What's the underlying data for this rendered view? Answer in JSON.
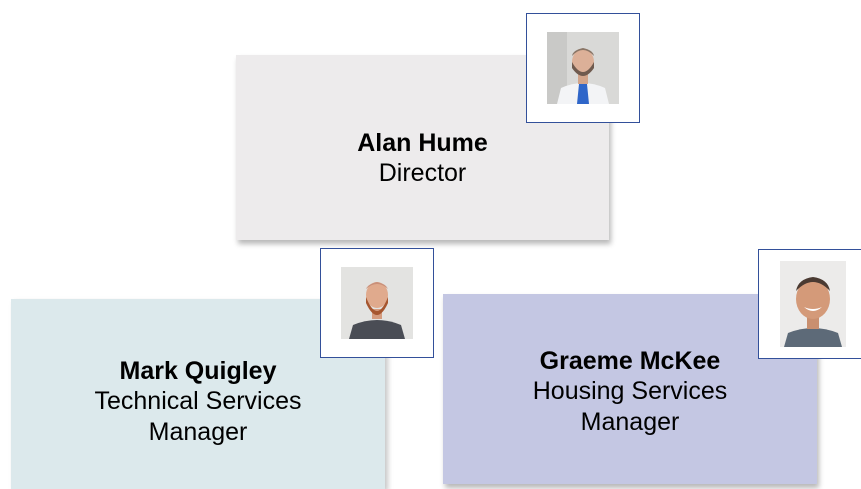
{
  "org_chart": {
    "director": {
      "name": "Alan Hume",
      "role": "Director",
      "photo": "person-photo"
    },
    "technical": {
      "name": "Mark Quigley",
      "role_line1": "Technical Services",
      "role_line2": "Manager",
      "photo": "person-photo"
    },
    "housing": {
      "name": "Graeme McKee",
      "role_line1": "Housing Services",
      "role_line2": "Manager",
      "photo": "person-photo"
    }
  },
  "colors": {
    "director_card": "#edebec",
    "technical_card": "#dce9ec",
    "housing_card": "#c4c7e3",
    "photo_border": "#33509a"
  }
}
